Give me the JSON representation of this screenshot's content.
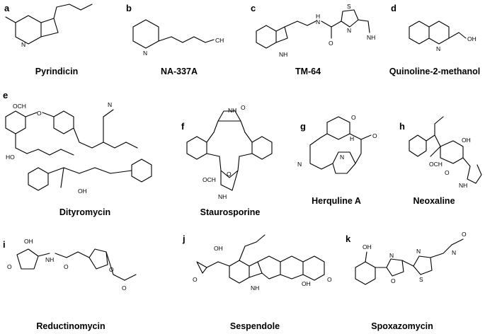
{
  "compounds": [
    {
      "letter": "a",
      "name": "Pyrindicin"
    },
    {
      "letter": "b",
      "name": "NA-337A"
    },
    {
      "letter": "c",
      "name": "TM-64"
    },
    {
      "letter": "d",
      "name": "Quinoline-2-methanol"
    },
    {
      "letter": "e",
      "name": "Dityromycin"
    },
    {
      "letter": "f",
      "name": "Staurosporine"
    },
    {
      "letter": "g",
      "name": "Herquline A"
    },
    {
      "letter": "h",
      "name": "Neoxaline"
    },
    {
      "letter": "i",
      "name": "Reductinomycin"
    },
    {
      "letter": "j",
      "name": "Sespendole"
    },
    {
      "letter": "k",
      "name": "Spoxazomycin"
    }
  ],
  "atom_labels": {
    "N": "N",
    "NH": "NH",
    "H": "H",
    "O": "O",
    "S": "S",
    "OH": "OH",
    "NH2": "NH",
    "OCH3": "OCH",
    "CH3": "CH",
    "HO": "HO",
    "N_Me": "N",
    "H3C": "H",
    "OCH3_h": "OCH"
  }
}
